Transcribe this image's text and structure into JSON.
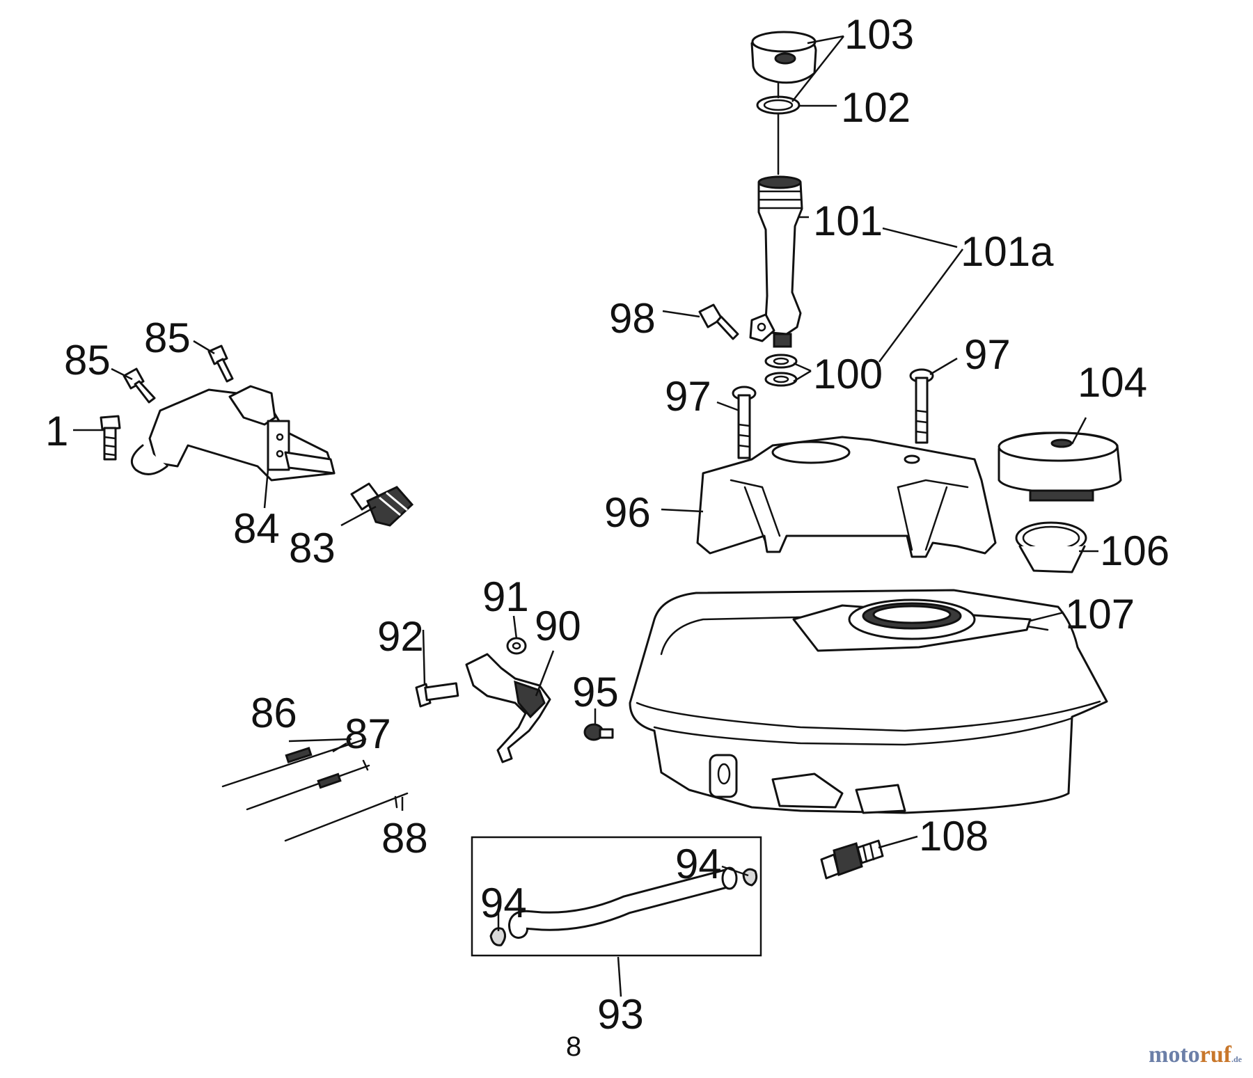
{
  "callouts": {
    "c1": "1",
    "c83": "83",
    "c84": "84",
    "c85a": "85",
    "c85b": "85",
    "c86": "86",
    "c87": "87",
    "c88": "88",
    "c90": "90",
    "c91": "91",
    "c92": "92",
    "c93": "93",
    "c94a": "94",
    "c94b": "94",
    "c95": "95",
    "c96": "96",
    "c97a": "97",
    "c97b": "97",
    "c98": "98",
    "c100": "100",
    "c101": "101",
    "c101a": "101a",
    "c102": "102",
    "c103": "103",
    "c104": "104",
    "c106": "106",
    "c107": "107",
    "c108": "108"
  },
  "page_number": "8",
  "watermark": {
    "part1": "moto",
    "part2": "ruf",
    "part3": ".de"
  },
  "colors": {
    "watermark_blue": "#6b7fa8",
    "watermark_orange": "#c8772b"
  }
}
